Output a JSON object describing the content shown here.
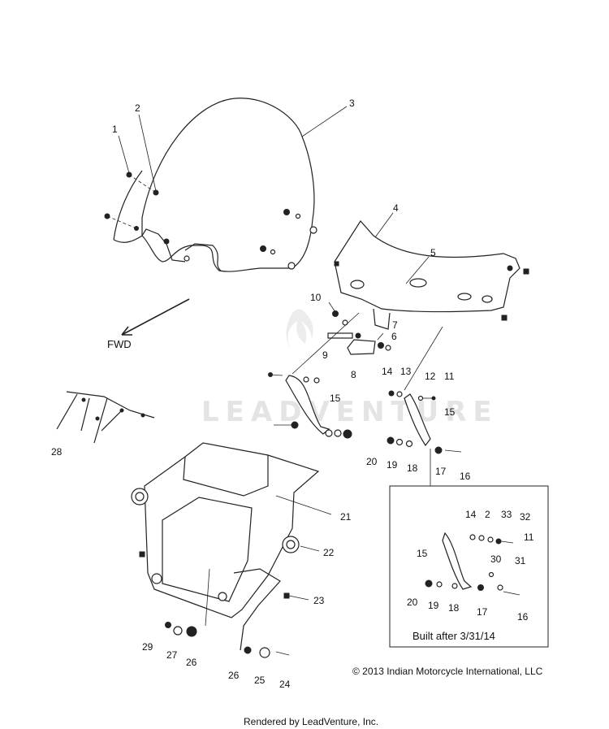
{
  "direction_label": "FWD",
  "watermark": "LEADVENTURE",
  "inset_caption": "Built after 3/31/14",
  "copyright": "© 2013 Indian Motorcycle International, LLC",
  "footer": "Rendered by LeadVenture, Inc.",
  "callouts": {
    "c1": "1",
    "c2": "2",
    "c3": "3",
    "c4": "4",
    "c5": "5",
    "c6": "6",
    "c7": "7",
    "c8": "8",
    "c9": "9",
    "c10": "10",
    "c11": "11",
    "c12": "12",
    "c13": "13",
    "c14": "14",
    "c15a": "15",
    "c15b": "15",
    "c16": "16",
    "c17": "17",
    "c18": "18",
    "c19": "19",
    "c20": "20",
    "c21": "21",
    "c22": "22",
    "c23": "23",
    "c24": "24",
    "c25": "25",
    "c26a": "26",
    "c26b": "26",
    "c27": "27",
    "c28": "28",
    "c29": "29",
    "i14": "14",
    "i2": "2",
    "i33": "33",
    "i32": "32",
    "i11": "11",
    "i15": "15",
    "i30": "30",
    "i31": "31",
    "i20": "20",
    "i19": "19",
    "i18": "18",
    "i17": "17",
    "i16": "16"
  }
}
